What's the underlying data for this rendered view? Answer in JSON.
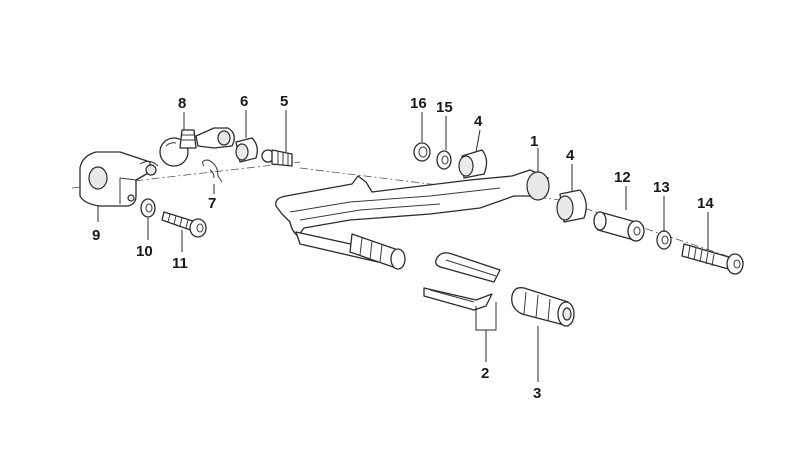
{
  "diagram": {
    "callouts": [
      "1",
      "2",
      "3",
      "4",
      "4",
      "5",
      "6",
      "7",
      "8",
      "9",
      "10",
      "11",
      "12",
      "13",
      "14",
      "15",
      "16"
    ]
  }
}
